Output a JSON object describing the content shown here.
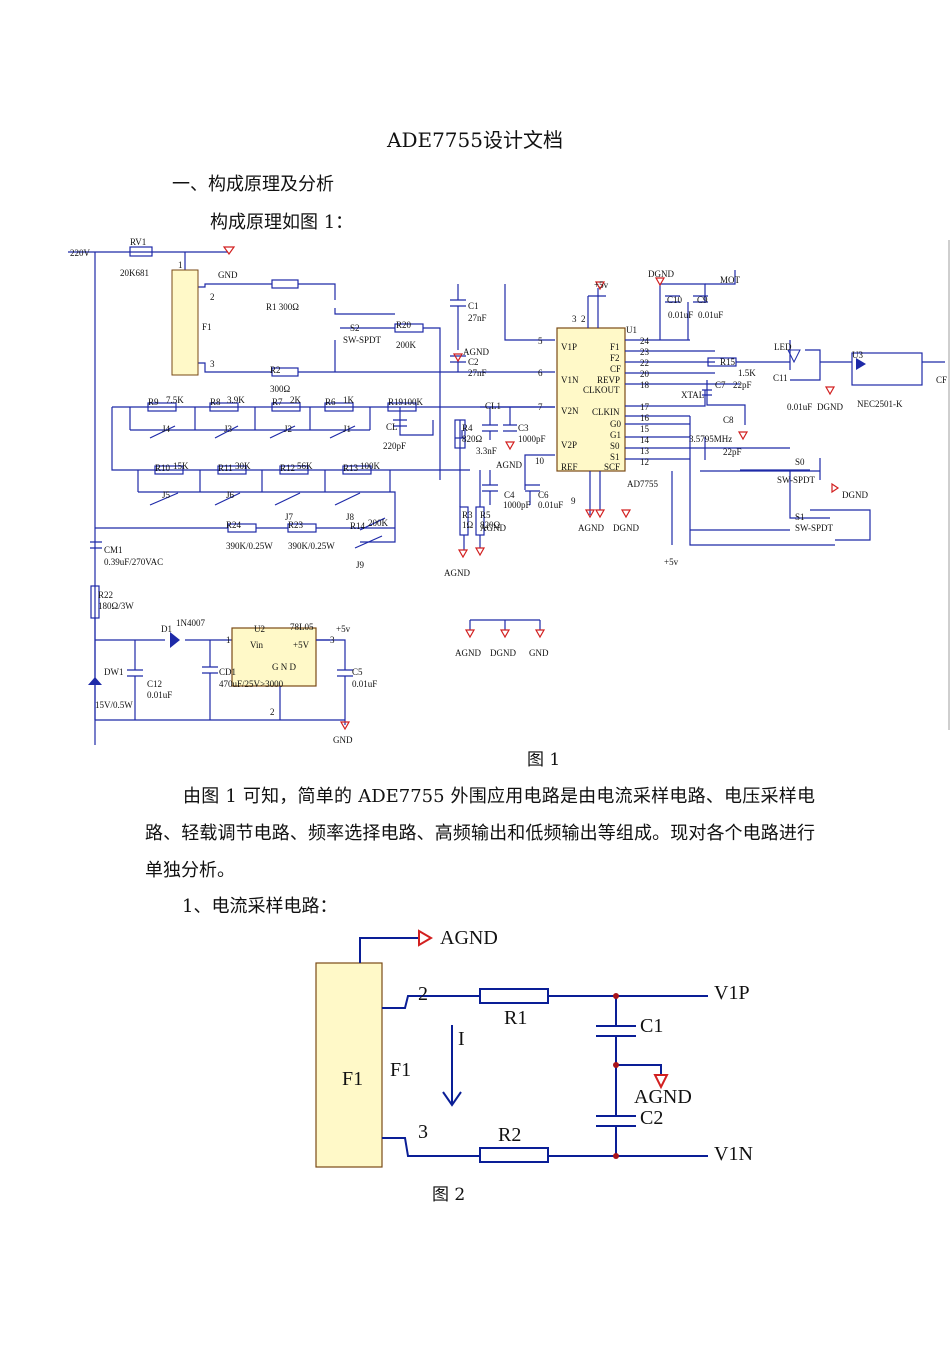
{
  "title": "ADE7755设计文档",
  "section1": "一、构成原理及分析",
  "intro": "构成原理如图 1：",
  "fig1_caption": "图 1",
  "paragraph": "由图 1 可知，简单的 ADE7755 外围应用电路是由电流采样电路、电压采样电路、轻载调节电路、频率选择电路、高频输出和低频输出等组成。现对各个电路进行单独分析。",
  "subsection1": "1、电流采样电路：",
  "fig2_caption": "图 2",
  "fig1": {
    "l220v": "220V",
    "rv1": "RV1",
    "rv1v": "20K681",
    "gnd": "GND",
    "f1": "F1",
    "n1": "1",
    "n2": "2",
    "n3": "3",
    "r1": "R1  300Ω",
    "r2": "R2",
    "r2v": "300Ω",
    "s2": "S2",
    "swspdt": "SW-SPDT",
    "r20": "R20",
    "r20v": "200K",
    "c1": "C1",
    "c1v": "27nF",
    "agnd": "AGND",
    "c2": "C2",
    "c2v": "27nF",
    "p5v": "+5v",
    "u1": "U1",
    "p3": "3",
    "p2": "2",
    "p5": "5",
    "p6": "6",
    "p7": "7",
    "p9": "9",
    "p10": "10",
    "v1p": "V1P",
    "v1n": "V1N",
    "v2n": "V2N",
    "v2p": "V2P",
    "ref": "REF",
    "f1pin": "F1",
    "f2pin": "F2",
    "cfpin": "CF",
    "revp": "REVP",
    "clkout": "CLKOUT",
    "clkin": "CLKIN",
    "g0": "G0",
    "g1": "G1",
    "s0": "S0",
    "s1": "S1",
    "scf": "SCF",
    "p24": "24",
    "p23": "23",
    "p22": "22",
    "p20": "20",
    "p18": "18",
    "p17": "17",
    "p16": "16",
    "p15": "15",
    "p14": "14",
    "p13": "13",
    "p12": "12",
    "ad7755": "AD7755",
    "dgnd": "DGND",
    "mot": "MOT",
    "c10": "C10",
    "c9": "C9",
    "c10v": "0.01uF",
    "c9v": "0.01uF",
    "r15": "R15",
    "led": "LED",
    "c11": "C11",
    "u3": "U3",
    "r15v": "1.5K",
    "c7": "C7",
    "c7v": "22pF",
    "cf": "CF",
    "c11v": "0.01uF",
    "dgnd2": "DGND",
    "nec": "NEC2501-K",
    "xtal": "XTAL",
    "c8": "C8",
    "xtalv": "3.5795MHz",
    "c8v": "22pF",
    "r9": "R9",
    "r9v": "7.5K",
    "r8": "R8",
    "r8v": "3.9K",
    "r7": "R7",
    "r7v": "2K",
    "r6": "R6",
    "r6v": "1K",
    "r19": "R19100K",
    "j4": "J4",
    "j3": "J3",
    "j2": "J2",
    "j1": "J1",
    "cl": "CL",
    "clv": "220pF",
    "cl1": "CL1",
    "c3": "C3",
    "c3v": "1000pF",
    "r4": "R4",
    "r4v": "820Ω",
    "c33": "3.3nF",
    "r10": "R10",
    "r10v": "15K",
    "r11": "R11",
    "r11v": "30K",
    "r12": "R12",
    "r12v": "56K",
    "r13": "R13",
    "r13v": "100K",
    "j5": "J5",
    "j6": "J6",
    "j7": "J7",
    "j8": "J8",
    "r14": "R14",
    "r14v": "200K",
    "c4": "C4",
    "c4v": "1000pF",
    "c6": "C6",
    "c6v": "0.01uF",
    "r3": "R3",
    "r3v": "1Ω",
    "r5": "R5",
    "r5v": "820Ω",
    "agnd3": "AGND",
    "agnd4": "AGND",
    "agnd5": "AGND",
    "dgnd5": "DGND",
    "r24": "R24",
    "r24v": "390K/0.25W",
    "r23": "R23",
    "r23v": "390K/0.25W",
    "j9": "J9",
    "s0lbl": "S0",
    "s1lbl": "S1",
    "swspdt2": "SW-SPDT",
    "swspdt3": "SW-SPDT",
    "dgnd4": "DGND",
    "p5v2": "+5v",
    "cm1": "CM1",
    "cm1v": "0.39uF/270VAC",
    "r22": "R22",
    "r22v": "180Ω/3W",
    "d1": "D1",
    "d1v": "1N4007",
    "dw1": "DW1",
    "dw1v": "15V/0.5W",
    "c12": "C12",
    "c12v": "0.01uF",
    "cd1": "CD1",
    "cd1v": "470uF/25V>3000",
    "u2": "U2",
    "u2v": "78L05",
    "vin": "Vin",
    "p5vpin": "+5V",
    "gndp": "G N D",
    "p1": "1",
    "p3b": "3",
    "p2b": "2",
    "p5v3": "+5v",
    "c5": "C5",
    "c5v": "0.01uF",
    "gnd2": "GND",
    "gndl1": "AGND",
    "gndl2": "DGND",
    "gndl3": "GND"
  },
  "fig2": {
    "agnd": "AGND",
    "n2": "2",
    "r1": "R1",
    "v1p": "V1P",
    "c1": "C1",
    "i": "I",
    "f1in": "F1",
    "f1out": "F1",
    "agnd2": "AGND",
    "c2": "C2",
    "n3": "3",
    "r2": "R2",
    "v1n": "V1N"
  },
  "colors": {
    "text": "#111111",
    "line": "#1e2aa8",
    "gnd": "#d22020",
    "chip": "#fff9c8",
    "chip_border": "#7a4a16",
    "wire2": "#0a1e96"
  }
}
